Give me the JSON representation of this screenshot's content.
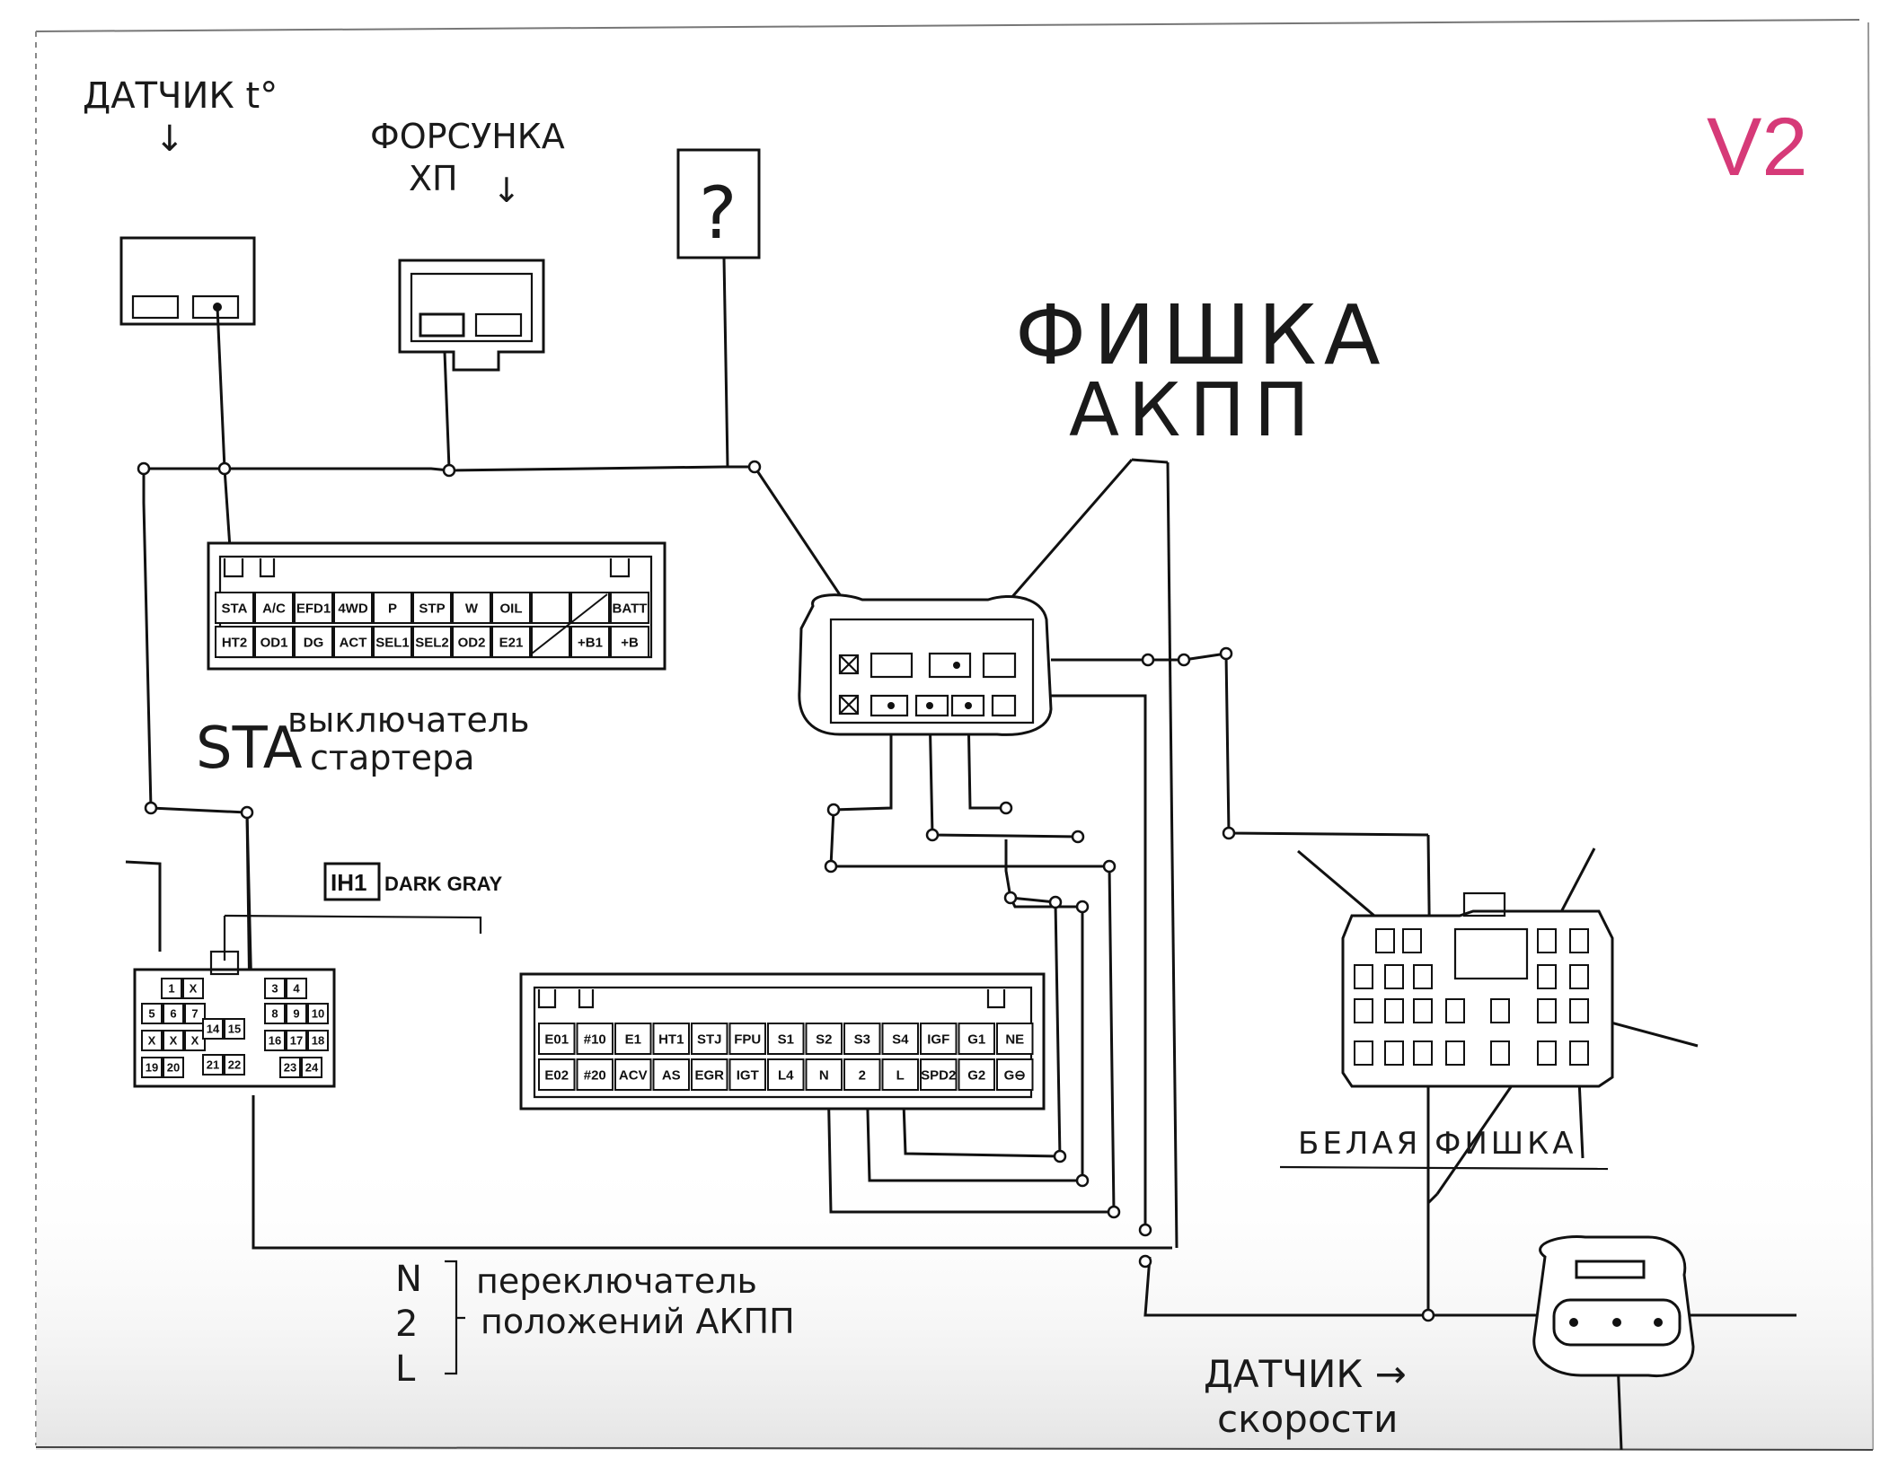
{
  "version_tag": "V2",
  "labels": {
    "temp_sensor": "ДАТЧИК t°",
    "injector_line1": "ФОРСУНКА",
    "injector_line2": "ХП",
    "unknown": "?",
    "akpp_connector_line1": "ФИШКА",
    "akpp_connector_line2": "АКПП",
    "sta_code": "STA",
    "starter_switch_line1": "выключатель",
    "starter_switch_line2": "стартера",
    "ih1_code": "IH1",
    "ih1_color": "DARK GRAY",
    "white_connector": "БЕЛАЯ ФИШКА",
    "speed_sensor_line1": "ДАТЧИК →",
    "speed_sensor_line2": "скорости",
    "range_n": "N",
    "range_2": "2",
    "range_l": "L",
    "range_switch_line1": "переключатель",
    "range_switch_line2": "положений АКПП"
  },
  "ecu_connector_top": {
    "row1": [
      "STA",
      "A/C",
      "EFD1",
      "4WD",
      "P",
      "STP",
      "W",
      "OIL",
      "",
      "",
      "BATT"
    ],
    "row2": [
      "HT2",
      "OD1",
      "DG",
      "ACT",
      "SEL1",
      "SEL2",
      "OD2",
      "E21",
      "",
      "+B1",
      "+B"
    ]
  },
  "ecu_connector_bottom": {
    "row1": [
      "E01",
      "#10",
      "E1",
      "HT1",
      "STJ",
      "FPU",
      "S1",
      "S2",
      "S3",
      "S4",
      "IGF",
      "G1",
      "NE"
    ],
    "row2": [
      "E02",
      "#20",
      "ACV",
      "AS",
      "EGR",
      "IGT",
      "L4",
      "N",
      "2",
      "L",
      "SPD2",
      "G2",
      "G⊖"
    ]
  },
  "ih1_connector": {
    "left_top": [
      "1",
      "X"
    ],
    "right_top": [
      "3",
      "4"
    ],
    "row2_left": [
      "5",
      "6",
      "7"
    ],
    "row2_right": [
      "8",
      "9",
      "10"
    ],
    "row3_left": [
      "X",
      "X",
      "X"
    ],
    "center": [
      "14",
      "15"
    ],
    "row3_right": [
      "16",
      "17",
      "18"
    ],
    "row4_left": [
      "19",
      "20"
    ],
    "row4_center": [
      "21",
      "22"
    ],
    "row4_right": [
      "23",
      "24"
    ]
  },
  "colors": {
    "ink": "#111111",
    "version_tag": "#d63a78",
    "paper": "#ffffff"
  }
}
